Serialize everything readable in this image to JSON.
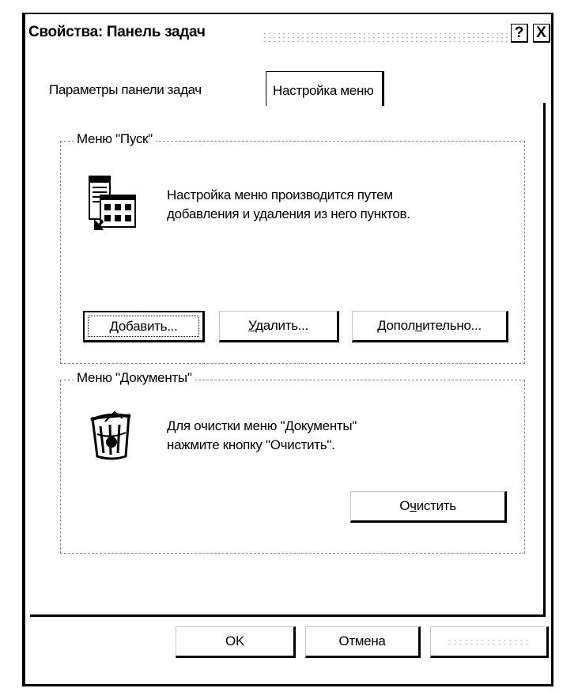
{
  "window": {
    "title": "Свойства: Панель задач",
    "help_label": "?",
    "close_label": "X"
  },
  "tabs": [
    {
      "label": "Параметры панели задач",
      "active": false
    },
    {
      "label": "Настройка меню",
      "active": true
    }
  ],
  "start_menu_group": {
    "legend": "Меню \"Пуск\"",
    "description_line1": "Настройка меню производится путем",
    "description_line2": "добавления и удаления из него пунктов.",
    "icon": "start-menu-settings-icon",
    "buttons": {
      "add": {
        "pre": "",
        "hotkey": "Д",
        "post": "обавить..."
      },
      "remove": {
        "pre": "",
        "hotkey": "У",
        "post": "далить..."
      },
      "advanced": {
        "pre": "Допол",
        "hotkey": "н",
        "post": "ительно..."
      }
    }
  },
  "documents_group": {
    "legend": "Меню \"Документы\"",
    "description_line1": "Для очистки меню \"Документы\"",
    "description_line2": "нажмите кнопку \"Очистить\".",
    "icon": "recycle-bin-icon",
    "clear_button": {
      "pre": "О",
      "hotkey": "ч",
      "post": "истить"
    }
  },
  "footer": {
    "ok_label": "OK",
    "cancel_label": "Отмена",
    "apply_label": ""
  }
}
